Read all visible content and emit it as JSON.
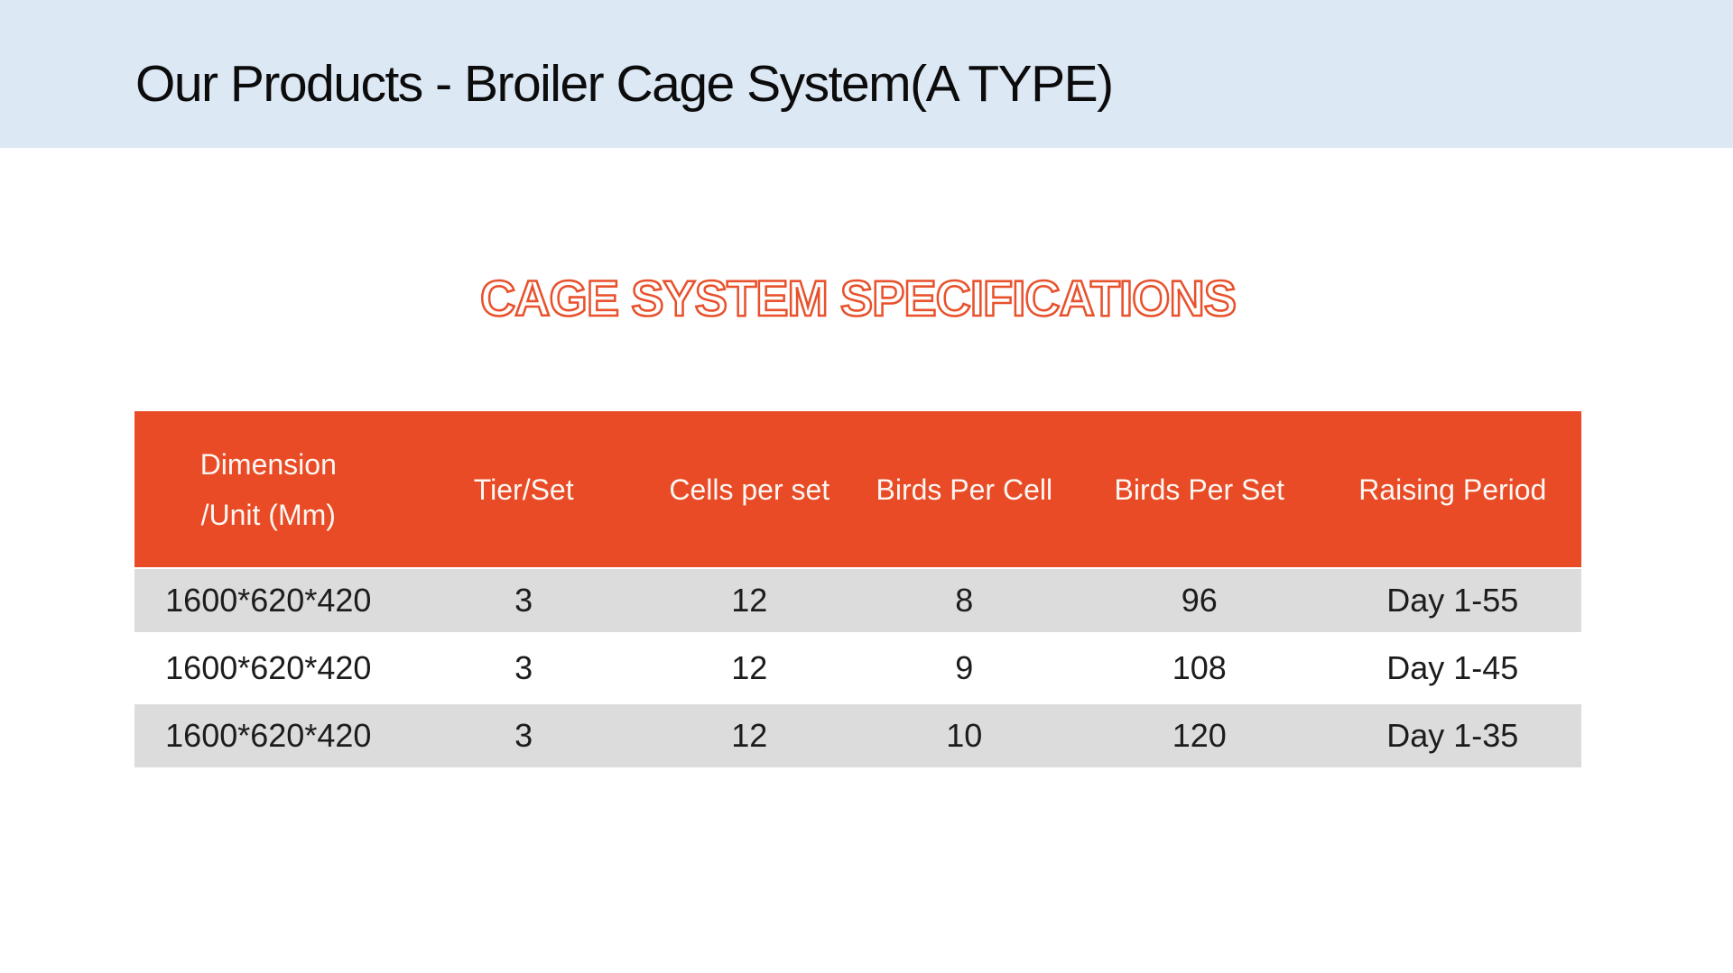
{
  "banner": {
    "title": "Our Products - Broiler Cage System(A TYPE)"
  },
  "section": {
    "heading": "CAGE SYSTEM SPECIFICATIONS"
  },
  "table": {
    "columns": [
      {
        "label": "Dimension",
        "sublabel": "/Unit (Mm)"
      },
      {
        "label": "Tier/Set"
      },
      {
        "label": "Cells per set"
      },
      {
        "label": "Birds Per Cell"
      },
      {
        "label": "Birds Per Set"
      },
      {
        "label": "Raising Period"
      }
    ],
    "rows": [
      [
        "1600*620*420",
        "3",
        "12",
        "8",
        "96",
        "Day 1-55"
      ],
      [
        "1600*620*420",
        "3",
        "12",
        "9",
        "108",
        "Day 1-45"
      ],
      [
        "1600*620*420",
        "3",
        "12",
        "10",
        "120",
        "Day 1-35"
      ]
    ]
  },
  "colors": {
    "banner_bg": "#dce8f4",
    "accent_orange": "#e84b26",
    "heading_outline": "#e8512c",
    "row_gray": "#dcdcdc",
    "header_text": "#fdf7f3",
    "body_text": "#1c1c1c"
  }
}
